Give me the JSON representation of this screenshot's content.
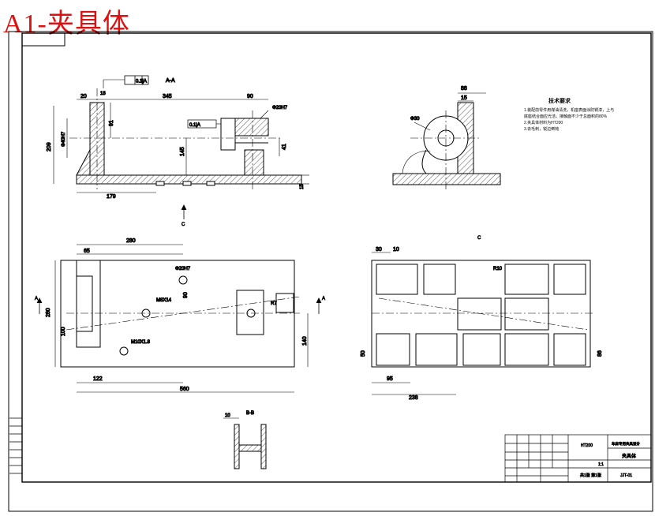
{
  "title": "A1-夹具体",
  "colors": {
    "title": "#dd1111",
    "hatch": "#555555",
    "line": "#000000"
  },
  "views": {
    "section_aa_label": "A-A",
    "view_c_label": "C",
    "section_bb_label": "B-B",
    "arrow_a": "A",
    "arrow_c": "C"
  },
  "gdt": {
    "top_frame": "0.1|A",
    "mid_frame": "0.1|A"
  },
  "dims": {
    "d20": "20",
    "d18": "18",
    "d345": "345",
    "d90": "90",
    "d91": "91",
    "d209": "209",
    "d179": "179",
    "d145": "145",
    "d41": "41",
    "d280": "280",
    "d65": "65",
    "d560": "560",
    "d122": "122",
    "d100": "100",
    "d140": "140",
    "d30": "30",
    "d10": "10",
    "d95": "95",
    "d238": "238",
    "d86": "86",
    "d88": "88",
    "d15": "15",
    "d50": "50",
    "phi20h7": "Φ20H7",
    "m8": "M8X14",
    "m10": "M10X1.8",
    "r10": "R10",
    "r7": "R7",
    "phi40": "Φ40H7",
    "phi30": "Φ30"
  },
  "tech_req": {
    "heading": "技术要求",
    "items": [
      "1.装配前零件用煤油清洗，机座表面涂防锈漆，上与",
      "底座结合面应光洁，接触面不少于总面积的80%",
      "2.夹具体材料为HT200",
      "3.去毛刺，锐边倒钝"
    ]
  },
  "title_block": {
    "drawing_name": "夹具体",
    "school": "车床专用夹具设计",
    "scale": "1:1",
    "sheet": "共1张 第1张",
    "material": "HT200",
    "code": "JJT-01"
  }
}
